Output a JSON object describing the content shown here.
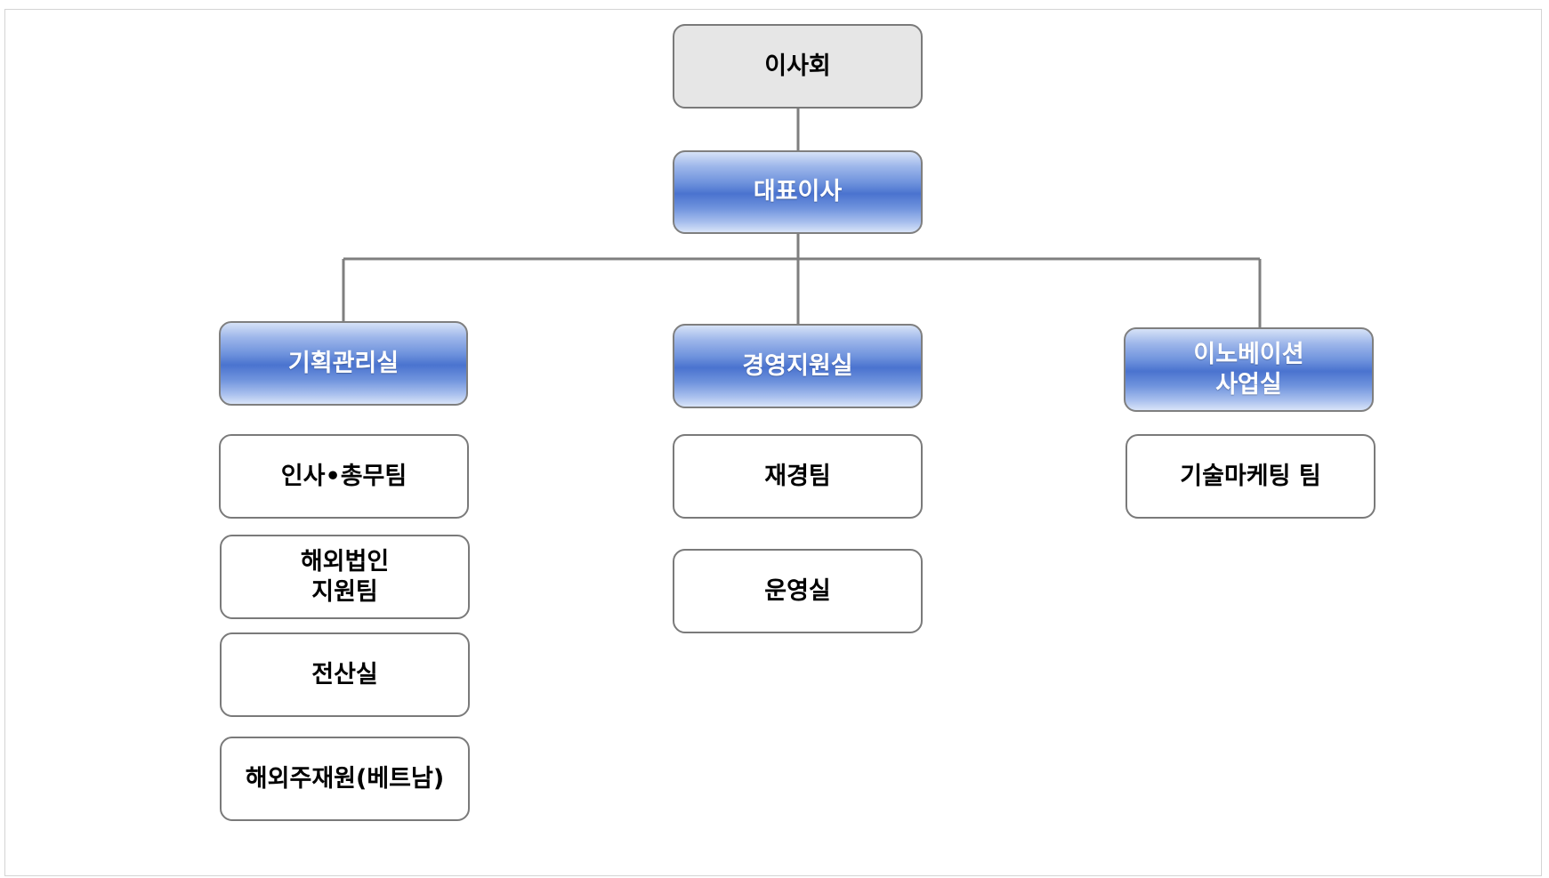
{
  "org_chart": {
    "board": {
      "label": "이사회"
    },
    "ceo": {
      "label": "대표이사"
    },
    "divisions": [
      {
        "label": "기획관리실",
        "teams": [
          "인사•총무팀",
          "해외법인\n지원팀",
          "전산실",
          "해외주재원(베트남)"
        ]
      },
      {
        "label": "경영지원실",
        "teams": [
          "재경팀",
          "운영실"
        ]
      },
      {
        "label": "이노베이션\n사업실",
        "teams": [
          "기술마케팅 팀"
        ]
      }
    ]
  },
  "colors": {
    "board_fill": "#e6e6e6",
    "division_fill": "#4a73cf",
    "connector": "#7f7f7f",
    "box_border": "#7a7a7a"
  }
}
